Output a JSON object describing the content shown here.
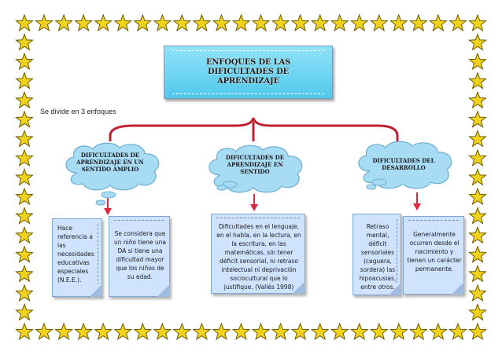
{
  "title": "ENFOQUES DE LAS  DIFICULTADES DE APRENDIZAJE",
  "side_note": "Se divide en 3 enfoques",
  "clouds": [
    {
      "label": "DIFICULTADES DE APRENDIZAJE EN UN SENTIDO AMPLIO"
    },
    {
      "label": "DIFICULTADES DE APRENDIZAJE EN SENTIDO"
    },
    {
      "label": "DIFICULTADES DEL DESARROLLO"
    }
  ],
  "notes": {
    "n1": "Hace referencia a las necesidades educativas especiales (N.E.E.).",
    "n2": "Se considera que un niño tiene una DA si tiene una dificultad mayor que los niños de su edad.",
    "n3": "Dificultades en el lenguaje, en el habla, en la lectura, en la escritura, en las matemáticas, sin tener déficit sensorial, ni retraso intelectual ni deprivación sociocultural que lo justifique. (Vallés 1998)",
    "n4": "Retraso mental, déficit sensoriales (ceguera, sordera) las hipoacusias, entre otros.",
    "n5": "Generalmente ocurren desde el nacimiento y tienen un carácter permanente."
  },
  "colors": {
    "star_fill": "#f2d31c",
    "star_stroke": "#6b5a00",
    "arrow": "#e0283c",
    "title_bg": "#52c8ec",
    "note_bg": "#cfe3ff",
    "cloud_bg": "#a8dcf4"
  }
}
